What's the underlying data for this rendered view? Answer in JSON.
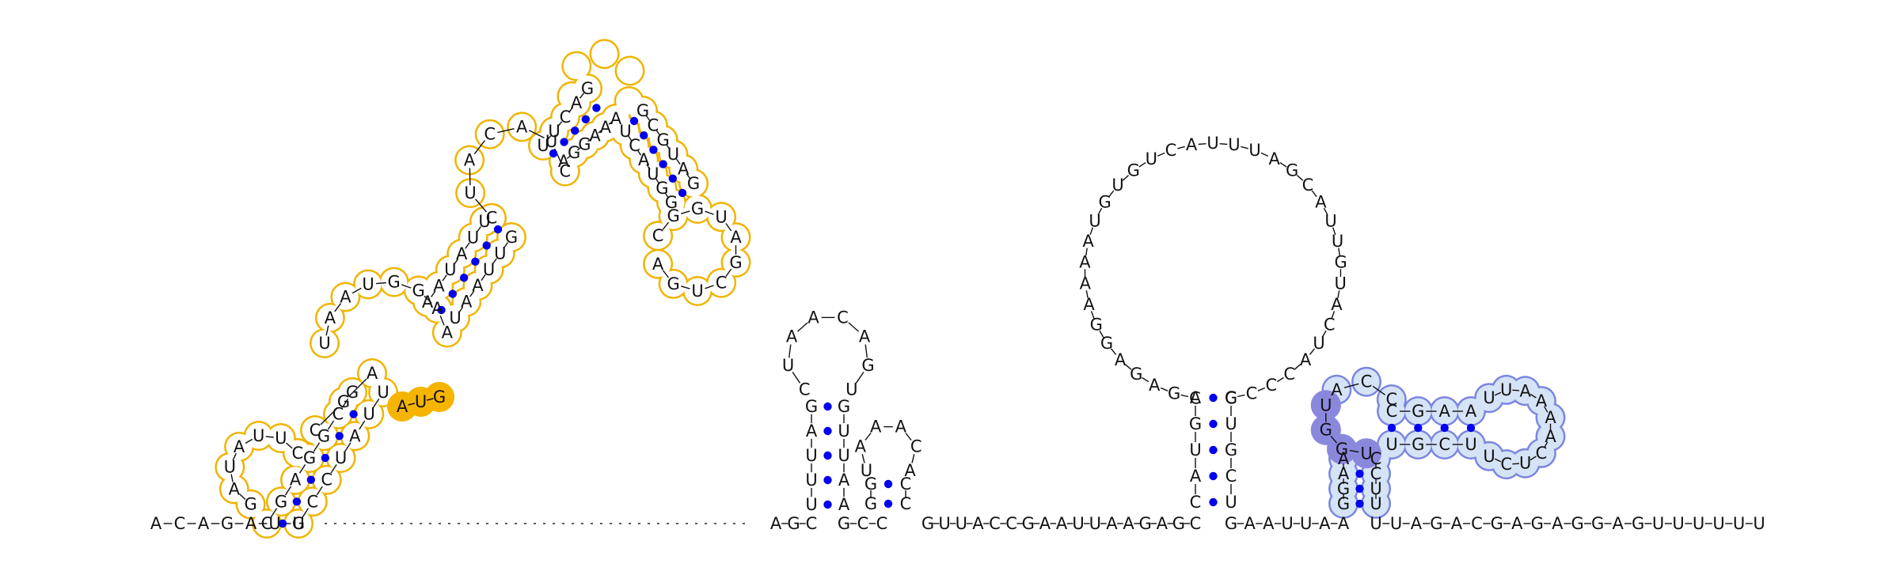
{
  "colors": {
    "orange_outline": "#f0b400",
    "orange_fill": "#f5b400",
    "blue_outline": "#7a86e0",
    "blue_fill": "#d5e3f6",
    "purple_fill": "#8a88dd",
    "pair_dot": "#0000ee",
    "text": "#111111"
  },
  "molecule": {
    "backbone_5prime": "A-C-A-G-A-U-G",
    "backbone_linker_1": "A-G-C",
    "backbone_linker_2": "G-C-C",
    "backbone_linker_3": "G-U-U-A-C-C-G-A-A-U-U-A-A-G-A-G-C",
    "backbone_linker_4": "G-A-A-U-U-A-A",
    "backbone_3prime": "U-U-A-G-A-C-G-A-G-A-G-G-A-G-U-U-U-U-U-U",
    "structure_1": {
      "stem_a_left": "CGAGGCG",
      "stem_a_right": "UCCUAUU",
      "hairpin_a": "GAUAUUC",
      "stem_a_open": "CGA",
      "interior_loop_a": "UAAUGGAA",
      "highlight_motif": "A-U-G",
      "stem_b_left": "AAUAUU",
      "stem_b_right": "UAAUUG",
      "multiloop": "CUACAUC",
      "stem_c_left": "UUCAG",
      "stem_c_right": "AGGAAA",
      "stem_d_left": "UCAUGG",
      "stem_d_right": "GCGUAG",
      "hairpin_d": "CGGUAGCUGA"
    },
    "structure_2": {
      "stem_left": "UUUAG",
      "stem_right": "GUUAA",
      "hairpin": "CUAACAGU"
    },
    "structure_3": {
      "stem_left": "GG",
      "stem_right": "CC",
      "hairpin": "UAAACA"
    },
    "structure_4": {
      "stem_left": "CAUGA",
      "stem_right": "GUGCU",
      "big_loop": "CGAGAGGAAAAUGUGUCAUUUAGCAUUGUACUACCCC"
    },
    "structure_5": {
      "purple_motif": "UGGU",
      "stem_e_left": "GGAA",
      "stem_e_right": "CCUU",
      "connector": "ACC",
      "stem_f_left": "CGAA",
      "stem_f_right": "UGCU",
      "hairpin_f": "UUAAAACUCU"
    }
  }
}
